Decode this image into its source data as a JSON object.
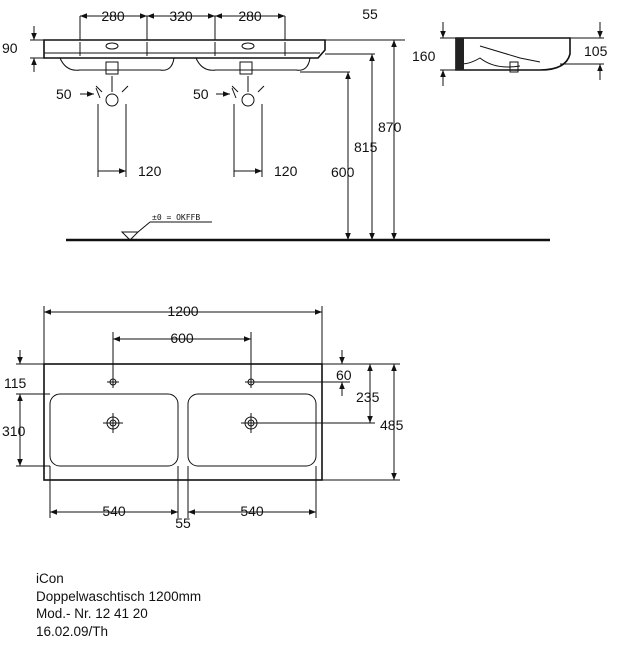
{
  "drawing": {
    "front_view": {
      "top_dims": [
        "280",
        "320",
        "280"
      ],
      "overhang": "55",
      "thickness": "90",
      "tap_offset": "50",
      "tap_offset_2": "50",
      "drain_offset": "120",
      "drain_offset_2": "120",
      "h_600": "600",
      "h_815": "815",
      "h_870": "870",
      "floor_label": "±0 = OKFFB"
    },
    "side_view": {
      "left_dim": "160",
      "right_dim": "105"
    },
    "top_view": {
      "width": "1200",
      "tap_spacing": "600",
      "edge_to_tap": "115",
      "tap_hole_offset": "60",
      "drain_depth": "235",
      "bowl_depth": "310",
      "total_depth": "485",
      "bowl_width_1": "540",
      "bowl_width_2": "540",
      "center_web": "55"
    }
  },
  "caption": {
    "line1": "iCon",
    "line2": "Doppelwaschtisch 1200mm",
    "line3": "Mod.- Nr. 12 41 20",
    "line4": "16.02.09/Th"
  }
}
